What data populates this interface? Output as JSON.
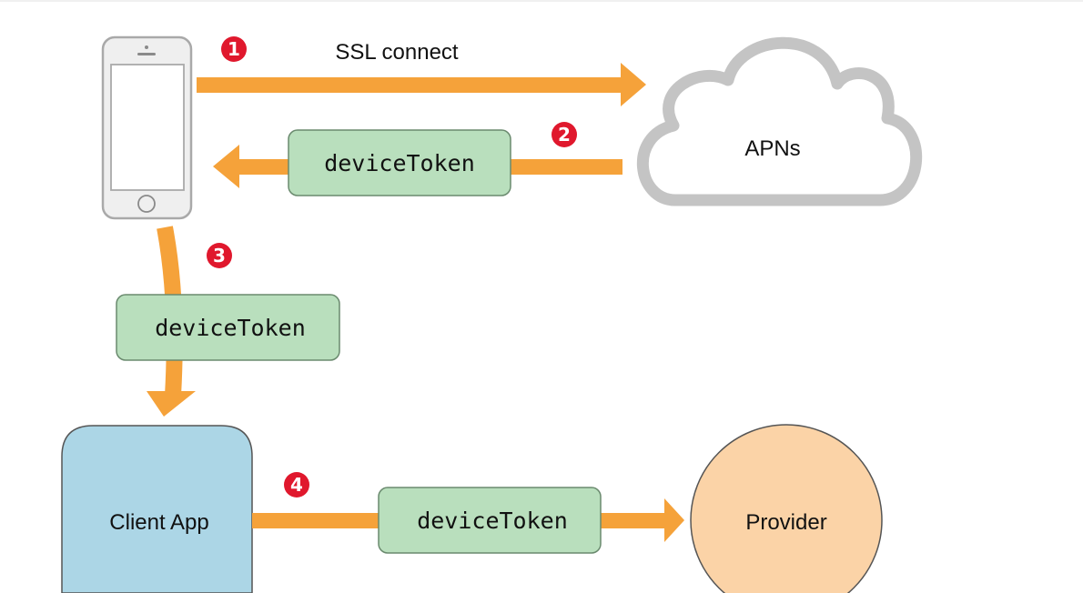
{
  "steps": {
    "step1": {
      "badge": "1",
      "label": "SSL connect"
    },
    "step2": {
      "badge": "2",
      "token": "deviceToken"
    },
    "step3": {
      "badge": "3",
      "token": "deviceToken"
    },
    "step4": {
      "badge": "4",
      "token": "deviceToken"
    }
  },
  "nodes": {
    "apns": "APNs",
    "client_app": "Client App",
    "provider": "Provider"
  },
  "colors": {
    "arrow": "#f5a23a",
    "token_fill": "#b9dfbd",
    "token_stroke": "#6a8a6e",
    "badge": "#e0182d",
    "client_app_fill": "#acd6e6",
    "provider_fill": "#fbd3a7",
    "cloud_stroke": "#c4c4c4",
    "phone_stroke": "#a9a9a9"
  },
  "icons": [
    "iphone-icon",
    "cloud-icon"
  ]
}
